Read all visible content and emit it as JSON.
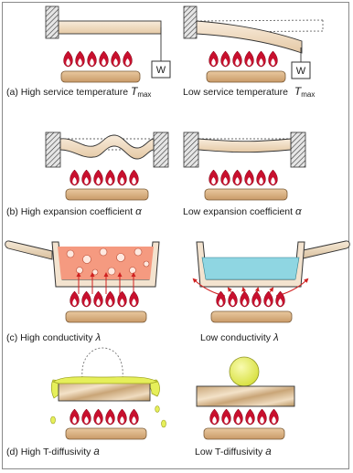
{
  "panels": [
    {
      "left": {
        "prefix": "(a) High service temperature ",
        "symbol": "T",
        "sub": "max"
      },
      "right": {
        "prefix": "Low service temperature ",
        "symbol": "T",
        "sub": "max"
      },
      "weight_label": "W"
    },
    {
      "left": {
        "prefix": "(b) High expansion coefficient ",
        "symbol": "α"
      },
      "right": {
        "prefix": "Low expansion coefficient ",
        "symbol": "α"
      }
    },
    {
      "left": {
        "prefix": "(c) High conductivity ",
        "symbol": "λ"
      },
      "right": {
        "prefix": "Low conductivity ",
        "symbol": "λ"
      }
    },
    {
      "left": {
        "prefix": "(d) High T-diffusivity ",
        "symbol": "a"
      },
      "right": {
        "prefix": "Low T-diffusivity ",
        "symbol": "a"
      }
    }
  ],
  "colors": {
    "flame_outer": "#c8102e",
    "flame_inner": "#ffffff",
    "burner": "#d8b48a",
    "bar": "#f1dcc3",
    "hot_liquid": "#f59a80",
    "cold_liquid": "#8fd6e2",
    "drop": "#e6ef5a",
    "arrow": "#d02020"
  }
}
